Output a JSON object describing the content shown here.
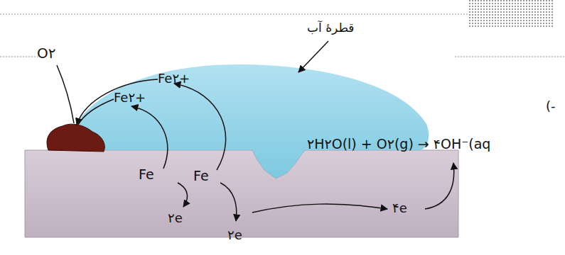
{
  "diagram": {
    "labels": [
      "قطرهٔ آب",
      "O۲",
      "Fe۲+",
      "Fe۲+",
      "Fe",
      "Fe",
      "۲e",
      "۲e",
      "۴e",
      "۲H۲O(l) + O۲(g) → ۴OH⁻(aq",
      "(-"
    ]
  }
}
